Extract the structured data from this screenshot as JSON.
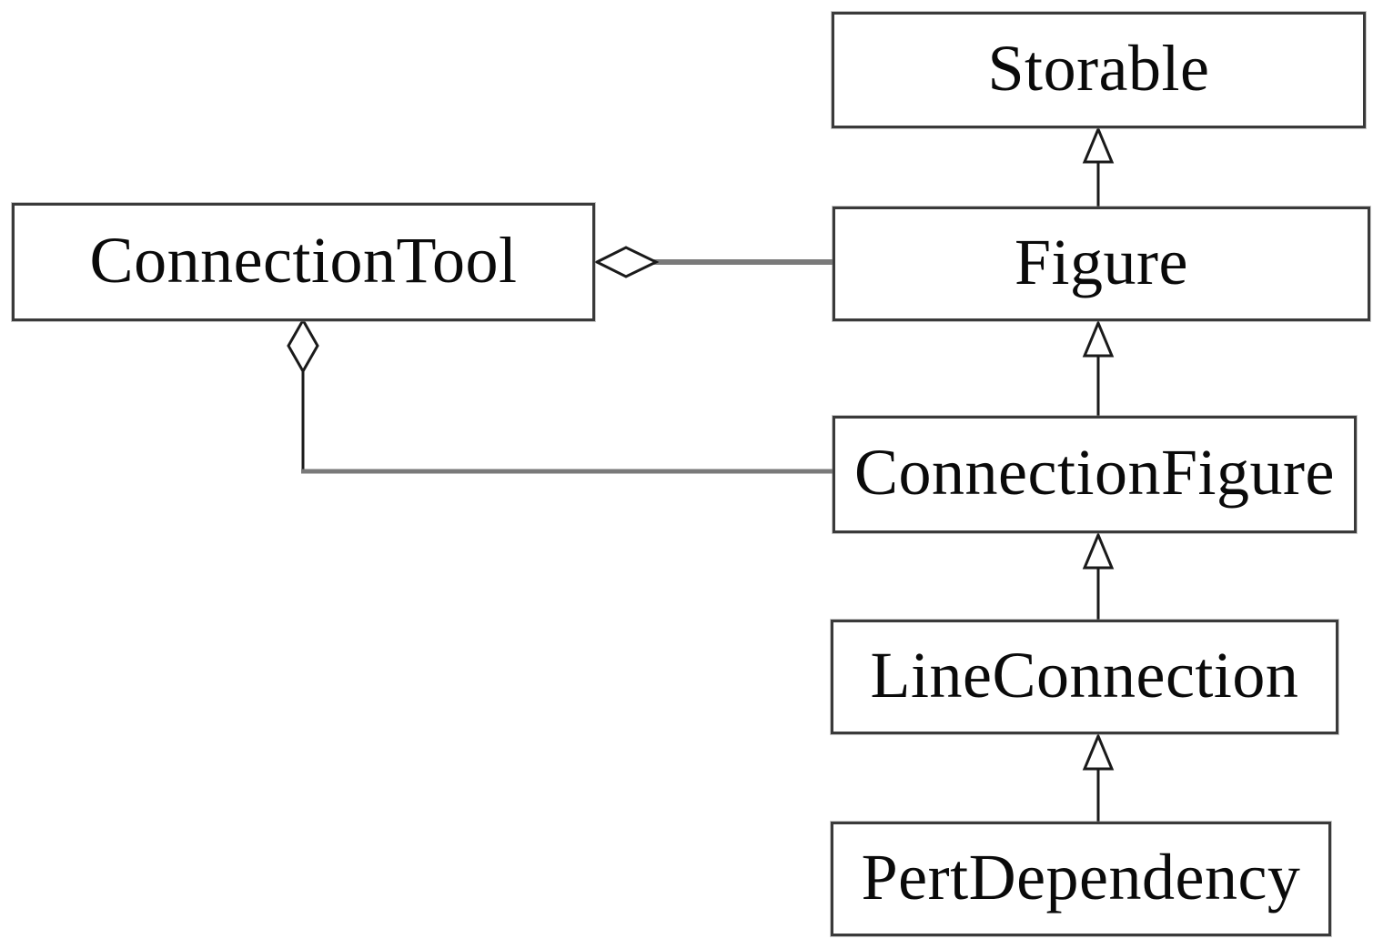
{
  "diagram": {
    "kind": "uml-class-diagram",
    "classes": [
      {
        "name": "Storable"
      },
      {
        "name": "ConnectionTool"
      },
      {
        "name": "Figure"
      },
      {
        "name": "ConnectionFigure"
      },
      {
        "name": "LineConnection"
      },
      {
        "name": "PertDependency"
      }
    ],
    "relationships": [
      {
        "type": "inheritance",
        "from": "Figure",
        "to": "Storable"
      },
      {
        "type": "inheritance",
        "from": "ConnectionFigure",
        "to": "Figure"
      },
      {
        "type": "inheritance",
        "from": "LineConnection",
        "to": "ConnectionFigure"
      },
      {
        "type": "inheritance",
        "from": "PertDependency",
        "to": "LineConnection"
      },
      {
        "type": "aggregation",
        "owner": "ConnectionTool",
        "part": "Figure"
      },
      {
        "type": "aggregation",
        "owner": "ConnectionTool",
        "part": "ConnectionFigure"
      }
    ],
    "colors": {
      "background": "#ffffff",
      "box_fill": "#ffffff",
      "box_border": "#3a3a3a",
      "inheritance_line": "#1a1a1a",
      "aggregation_line": "#7a7a7a",
      "text": "#0a0a0a"
    }
  }
}
